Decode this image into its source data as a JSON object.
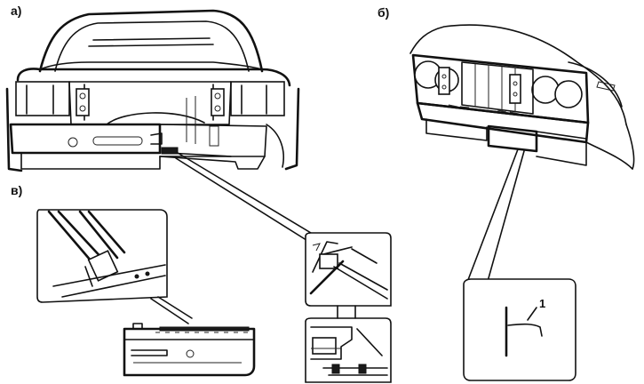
{
  "panels": {
    "a": {
      "label": "а)"
    },
    "b": {
      "label": "б)"
    },
    "c": {
      "label": "в)"
    }
  },
  "callout": {
    "number": "1"
  }
}
